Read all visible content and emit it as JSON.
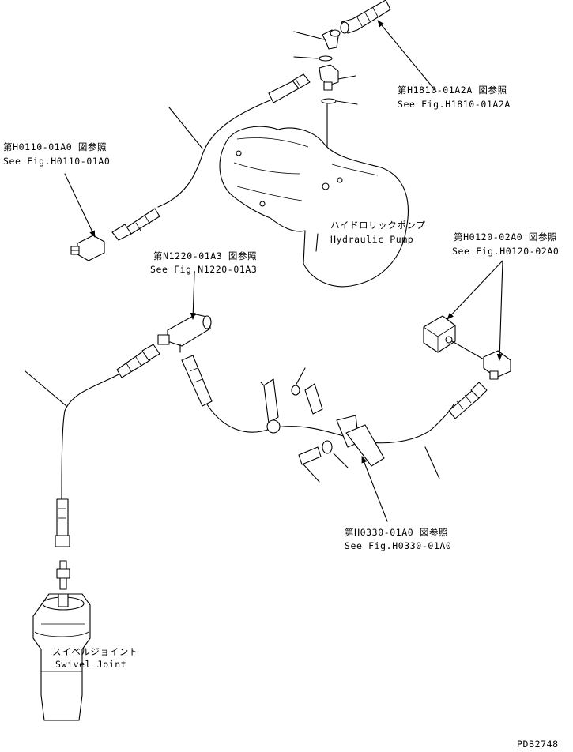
{
  "callouts": {
    "h1810": {
      "jp": "第H1810-01A2A 図参照",
      "en": "See Fig.H1810-01A2A"
    },
    "h0110": {
      "jp": "第H0110-01A0 図参照",
      "en": "See Fig.H0110-01A0"
    },
    "pump": {
      "jp": "ハイドロリックポンプ",
      "en": "Hydraulic Pump"
    },
    "h0120": {
      "jp": "第H0120-02A0 図参照",
      "en": "See Fig.H0120-02A0"
    },
    "n1220": {
      "jp": "第N1220-01A3 図参照",
      "en": "See Fig.N1220-01A3"
    },
    "h0330": {
      "jp": "第H0330-01A0 図参照",
      "en": "See Fig.H0330-01A0"
    },
    "swivel": {
      "jp": "スイベルジョイント",
      "en": "Swivel Joint"
    }
  },
  "drawing_number": "PDB2748"
}
